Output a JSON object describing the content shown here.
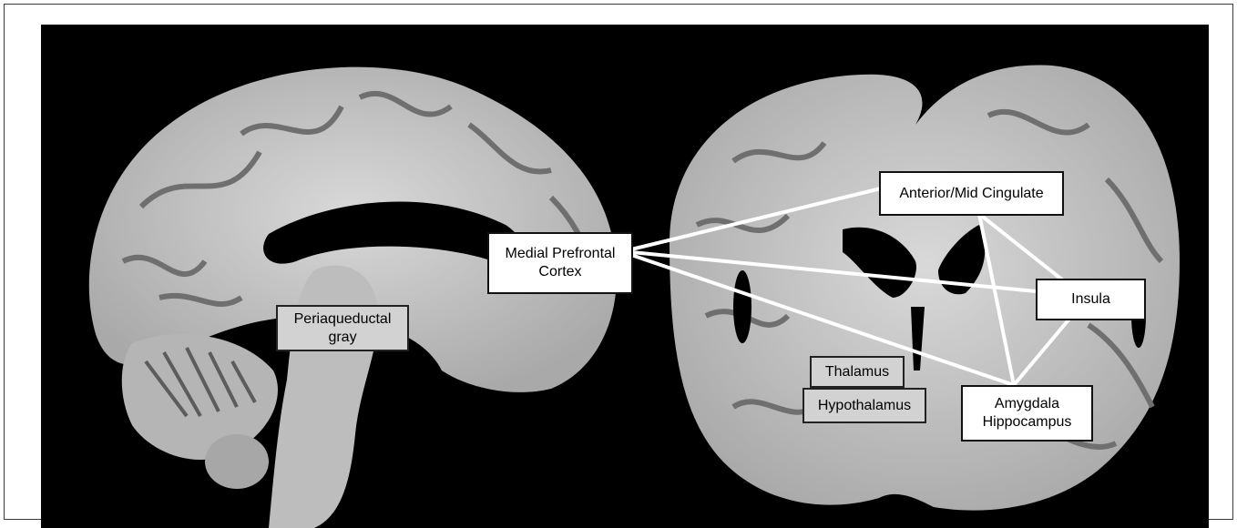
{
  "labels": {
    "mpfc": "Medial Prefrontal\nCortex",
    "pag": "Periaqueductal\ngray",
    "acc": "Anterior/Mid Cingulate",
    "insula": "Insula",
    "thalamus": "Thalamus",
    "hypothalamus": "Hypothalamus",
    "amygdala": "Amygdala\nHippocampus"
  },
  "colors": {
    "background": "#000000",
    "tissue": "#c8c8c8",
    "white_box": "#ffffff",
    "gray_box": "#d2d2d2",
    "connector": "#ffffff"
  }
}
